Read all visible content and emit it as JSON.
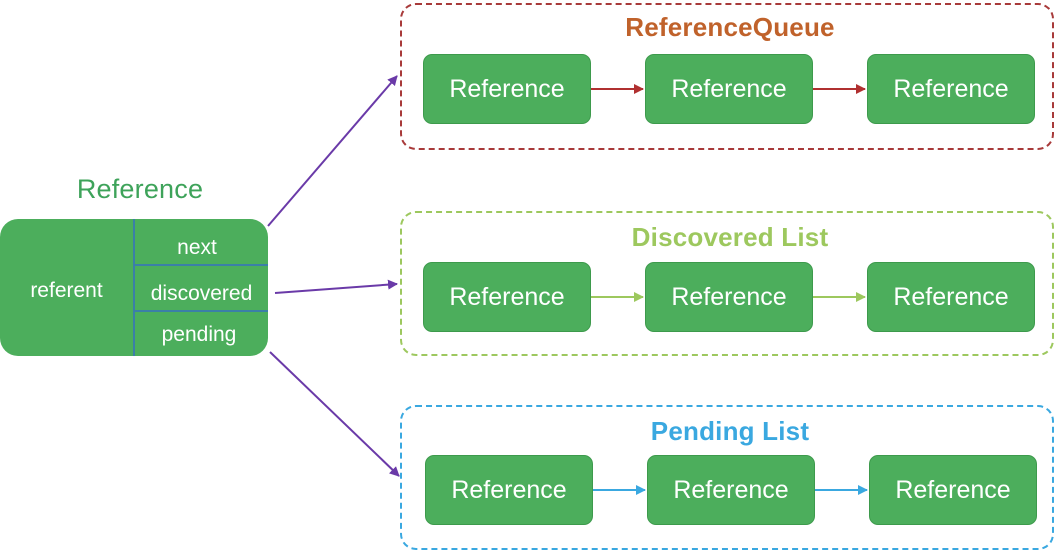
{
  "reference_object": {
    "title": "Reference",
    "referent_label": "referent",
    "fields": [
      "next",
      "discovered",
      "pending"
    ]
  },
  "groups": [
    {
      "title": "ReferenceQueue",
      "color": "#c0622b",
      "border_color": "#a83a3a",
      "arrow_color": "#b03030",
      "nodes": [
        "Reference",
        "Reference",
        "Reference"
      ]
    },
    {
      "title": "Discovered List",
      "color": "#9dc85e",
      "border_color": "#9dc85e",
      "arrow_color": "#9dc85e",
      "nodes": [
        "Reference",
        "Reference",
        "Reference"
      ]
    },
    {
      "title": "Pending List",
      "color": "#3aa8e0",
      "border_color": "#3aa8e0",
      "arrow_color": "#3aa8e0",
      "nodes": [
        "Reference",
        "Reference",
        "Reference"
      ]
    }
  ],
  "colors": {
    "node_fill": "#4cae5c",
    "title_green": "#3ea35a",
    "pointer_arrow": "#6a3aa8"
  }
}
